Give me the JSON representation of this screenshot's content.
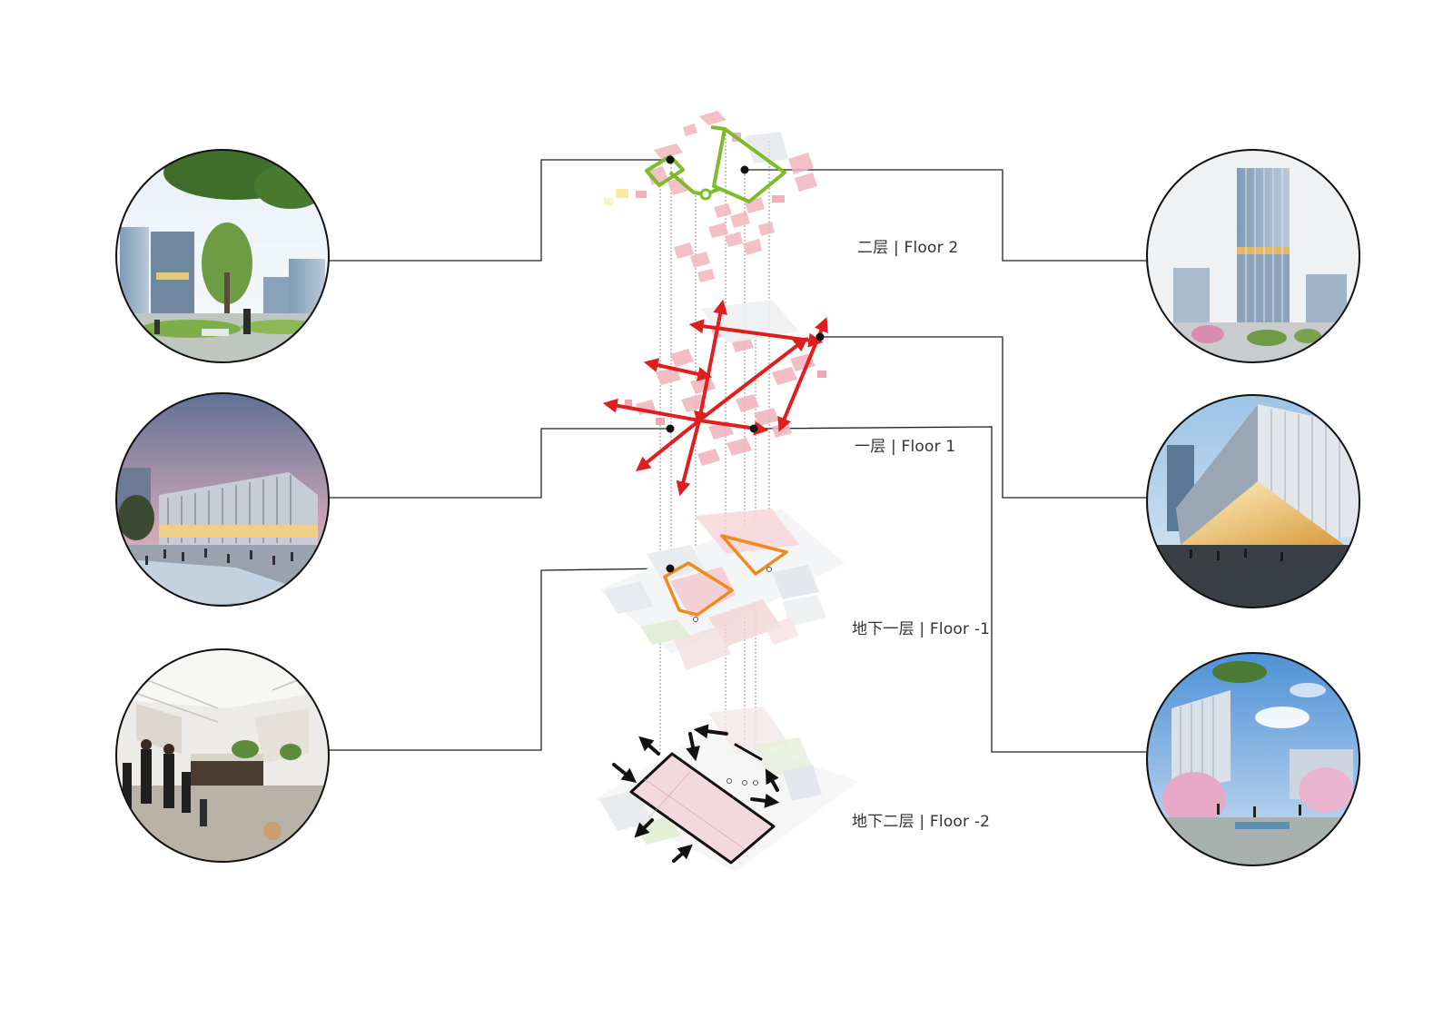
{
  "floors": [
    {
      "id": "floor-2",
      "label": "二层 | Floor 2",
      "accent": "#7dbb2a"
    },
    {
      "id": "floor-1",
      "label": "一层 | Floor 1",
      "accent": "#e01e1e"
    },
    {
      "id": "floor-b1",
      "label": "地下一层 | Floor -1",
      "accent": "#f08a1c"
    },
    {
      "id": "floor-b2",
      "label": "地下二层 | Floor -2",
      "accent": "#111111"
    }
  ],
  "photos": [
    {
      "id": "photo-park-towers",
      "scene": "park plaza with towers and trees",
      "side": "left"
    },
    {
      "id": "photo-dusk-plaza",
      "scene": "dusk plaza with crowds",
      "side": "left"
    },
    {
      "id": "photo-atrium",
      "scene": "interior atrium with shoppers",
      "side": "left"
    },
    {
      "id": "photo-glass-tower",
      "scene": "tall glass tower",
      "side": "right"
    },
    {
      "id": "photo-angled-hall",
      "scene": "angled hall with glowing facade",
      "side": "right"
    },
    {
      "id": "photo-blossom-street",
      "scene": "street with cherry blossoms",
      "side": "right"
    }
  ],
  "colors": {
    "plan_pink": "#f2b6bf",
    "plan_dark_pink": "#e9939f",
    "plan_grey": "#d9dde2",
    "plan_green": "#dfe8cf",
    "connector": "#222222"
  }
}
